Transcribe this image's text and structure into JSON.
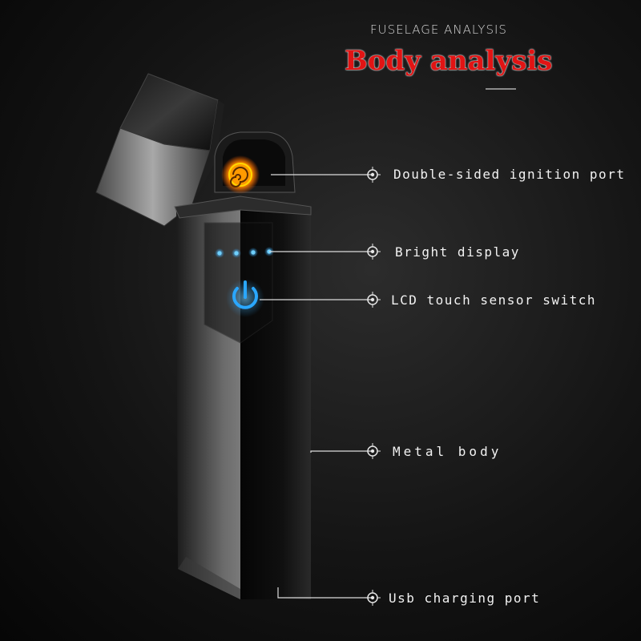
{
  "header": {
    "kicker": "FUSELAGE ANALYSIS",
    "headline": "Body analysis"
  },
  "colors": {
    "background": "#111111",
    "headline": "#e11414",
    "indicator_blue": "#2aa7ff",
    "coil_orange": "#ff8a00",
    "label_text": "#f2f2f2"
  },
  "callouts": [
    {
      "id": "ignition",
      "label": "Double-sided ignition port",
      "icon": "crosshair-marker-icon"
    },
    {
      "id": "display",
      "label": "Bright display",
      "icon": "crosshair-marker-icon"
    },
    {
      "id": "switch",
      "label": "LCD touch sensor switch",
      "icon": "crosshair-marker-icon"
    },
    {
      "id": "body",
      "label": "Metal body",
      "icon": "crosshair-marker-icon"
    },
    {
      "id": "usb",
      "label": "Usb charging port",
      "icon": "crosshair-marker-icon"
    }
  ],
  "product": {
    "indicator_dots": 4,
    "power_icon": "power-icon",
    "coil_icon": "heating-coil-icon"
  }
}
